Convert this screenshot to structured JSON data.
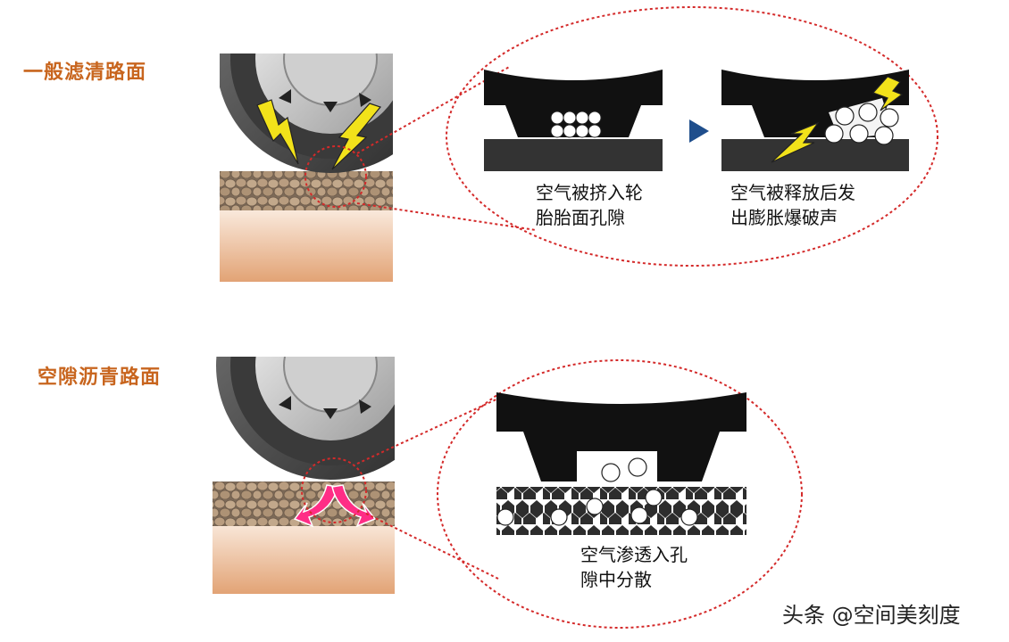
{
  "section1": {
    "title": "一般滤清路面",
    "caption_left": "空气被挤入轮\n胎胎面孔隙",
    "caption_right": "空气被释放后发\n出膨胀爆破声"
  },
  "section2": {
    "title": "空隙沥青路面",
    "caption": "空气渗透入孔\n隙中分散"
  },
  "watermark": "头条 @空间美刻度",
  "colors": {
    "title": "#c8651e",
    "dotted_line": "#d42a2a",
    "tread": "#111111",
    "road": "#333333",
    "arrow_blue": "#1f4e8c",
    "lightning": "#f2e21a",
    "pink_arrow": "#ff2d86",
    "soil_top": "#f7e3d3",
    "soil_bottom": "#e2a375",
    "gravel": "#b79a7b"
  }
}
